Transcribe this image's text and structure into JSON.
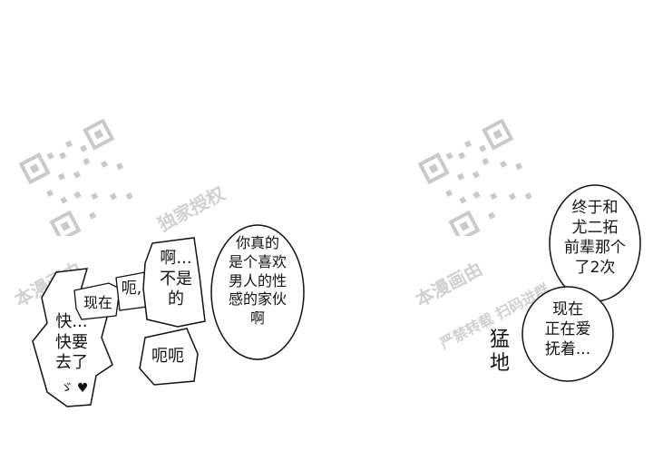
{
  "colors": {
    "ink": "#111111",
    "paper": "#ffffff",
    "watermark": "#9a9a9a"
  },
  "left_panel": {
    "bubble_1": "快...\n快要\n去了",
    "bubble_1_mark": "ゞ ♥",
    "bubble_2a": "现在",
    "bubble_2b": "呃,",
    "bubble_3": "啊...\n不是\n的",
    "bubble_4": "呃呃",
    "bubble_5": "你真的\n是个喜欢\n男人的性\n感的家伙\n啊"
  },
  "right_panel": {
    "bubble_1": "终于和\n尤二拓\n前辈那个\n了2次",
    "bubble_2": "现在\n正在爱\n抚着...",
    "sfx": "猛\n地"
  },
  "watermark": {
    "left_line1": "本漫画由",
    "left_line2": "独家授权",
    "left_line3": "严禁转载 扫码进群",
    "right_line1": "本漫画由",
    "right_line2": "严禁转载 扫码进群"
  }
}
